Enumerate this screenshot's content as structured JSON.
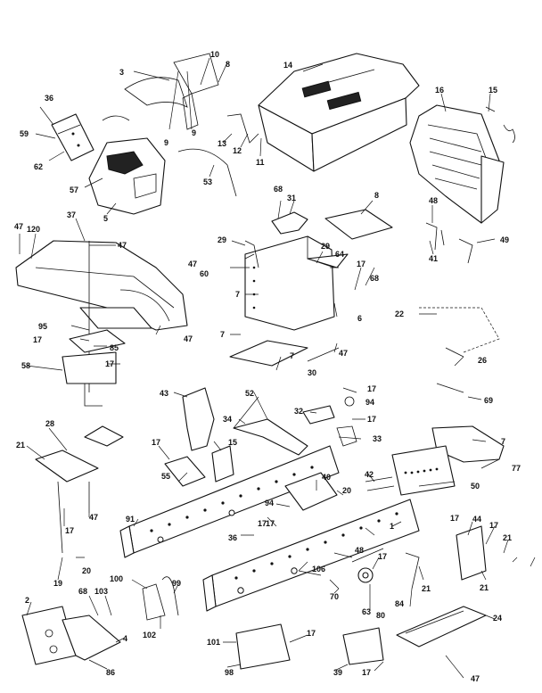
{
  "diagram": {
    "callouts": [
      {
        "id": "c-3",
        "text": "3"
      },
      {
        "id": "c-10",
        "text": "10"
      },
      {
        "id": "c-8a",
        "text": "8"
      },
      {
        "id": "c-9a",
        "text": "9"
      },
      {
        "id": "c-9b",
        "text": "9"
      },
      {
        "id": "c-14",
        "text": "14"
      },
      {
        "id": "c-16",
        "text": "16"
      },
      {
        "id": "c-15",
        "text": "15"
      },
      {
        "id": "c-36",
        "text": "36"
      },
      {
        "id": "c-59",
        "text": "59"
      },
      {
        "id": "c-62",
        "text": "62"
      },
      {
        "id": "c-57",
        "text": "57"
      },
      {
        "id": "c-5",
        "text": "5"
      },
      {
        "id": "c-53",
        "text": "53"
      },
      {
        "id": "c-13",
        "text": "13"
      },
      {
        "id": "c-12",
        "text": "12"
      },
      {
        "id": "c-11",
        "text": "11"
      },
      {
        "id": "c-68a",
        "text": "68"
      },
      {
        "id": "c-31",
        "text": "31"
      },
      {
        "id": "c-8b",
        "text": "8"
      },
      {
        "id": "c-48",
        "text": "48"
      },
      {
        "id": "c-41",
        "text": "41"
      },
      {
        "id": "c-49",
        "text": "49"
      },
      {
        "id": "c-47a",
        "text": "47"
      },
      {
        "id": "c-120",
        "text": "120"
      },
      {
        "id": "c-37",
        "text": "37"
      },
      {
        "id": "c-47b",
        "text": "47"
      },
      {
        "id": "c-29a",
        "text": "29"
      },
      {
        "id": "c-29b",
        "text": "29"
      },
      {
        "id": "c-64",
        "text": "64"
      },
      {
        "id": "c-17a",
        "text": "17"
      },
      {
        "id": "c-47c",
        "text": "47"
      },
      {
        "id": "c-60",
        "text": "60"
      },
      {
        "id": "c-68b",
        "text": "68"
      },
      {
        "id": "c-7a",
        "text": "7"
      },
      {
        "id": "c-6",
        "text": "6"
      },
      {
        "id": "c-22",
        "text": "22"
      },
      {
        "id": "c-95",
        "text": "95"
      },
      {
        "id": "c-47d",
        "text": "47"
      },
      {
        "id": "c-17b",
        "text": "17"
      },
      {
        "id": "c-85",
        "text": "85"
      },
      {
        "id": "c-7b",
        "text": "7"
      },
      {
        "id": "c-47e",
        "text": "47"
      },
      {
        "id": "c-58",
        "text": "58"
      },
      {
        "id": "c-17c",
        "text": "17"
      },
      {
        "id": "c-7c",
        "text": "7"
      },
      {
        "id": "c-30",
        "text": "30"
      },
      {
        "id": "c-26",
        "text": "26"
      },
      {
        "id": "c-17d",
        "text": "17"
      },
      {
        "id": "c-94a",
        "text": "94"
      },
      {
        "id": "c-69",
        "text": "69"
      },
      {
        "id": "c-43",
        "text": "43"
      },
      {
        "id": "c-52",
        "text": "52"
      },
      {
        "id": "c-32",
        "text": "32"
      },
      {
        "id": "c-17e",
        "text": "17"
      },
      {
        "id": "c-34",
        "text": "34"
      },
      {
        "id": "c-33",
        "text": "33"
      },
      {
        "id": "c-28",
        "text": "28"
      },
      {
        "id": "c-7d",
        "text": "7"
      },
      {
        "id": "c-21a",
        "text": "21"
      },
      {
        "id": "c-17f",
        "text": "17"
      },
      {
        "id": "c-15b",
        "text": "15"
      },
      {
        "id": "c-77",
        "text": "77"
      },
      {
        "id": "c-55",
        "text": "55"
      },
      {
        "id": "c-50",
        "text": "50"
      },
      {
        "id": "c-42",
        "text": "42"
      },
      {
        "id": "c-40",
        "text": "40"
      },
      {
        "id": "c-47f",
        "text": "47"
      },
      {
        "id": "c-20a",
        "text": "20"
      },
      {
        "id": "c-91",
        "text": "91"
      },
      {
        "id": "c-94b",
        "text": "94"
      },
      {
        "id": "c-17g",
        "text": "17"
      },
      {
        "id": "c-44",
        "text": "44"
      },
      {
        "id": "c-17h",
        "text": "17"
      },
      {
        "id": "c-17i",
        "text": "17"
      },
      {
        "id": "c-36b",
        "text": "36"
      },
      {
        "id": "c-17j",
        "text": "17"
      },
      {
        "id": "c-1",
        "text": "1"
      },
      {
        "id": "c-21b",
        "text": "21"
      },
      {
        "id": "c-17k",
        "text": "17"
      },
      {
        "id": "c-20b",
        "text": "20"
      },
      {
        "id": "c-48b",
        "text": "48"
      },
      {
        "id": "c-17l",
        "text": "17"
      },
      {
        "id": "c-19",
        "text": "19"
      },
      {
        "id": "c-100",
        "text": "100"
      },
      {
        "id": "c-99",
        "text": "99"
      },
      {
        "id": "c-106",
        "text": "106"
      },
      {
        "id": "c-21c",
        "text": "21"
      },
      {
        "id": "c-21d",
        "text": "21"
      },
      {
        "id": "c-2",
        "text": "2"
      },
      {
        "id": "c-68c",
        "text": "68"
      },
      {
        "id": "c-103",
        "text": "103"
      },
      {
        "id": "c-70",
        "text": "70"
      },
      {
        "id": "c-84",
        "text": "84"
      },
      {
        "id": "c-63",
        "text": "63"
      },
      {
        "id": "c-80",
        "text": "80"
      },
      {
        "id": "c-24",
        "text": "24"
      },
      {
        "id": "c-4",
        "text": "4"
      },
      {
        "id": "c-102",
        "text": "102"
      },
      {
        "id": "c-101",
        "text": "101"
      },
      {
        "id": "c-17m",
        "text": "17"
      },
      {
        "id": "c-86",
        "text": "86"
      },
      {
        "id": "c-98",
        "text": "98"
      },
      {
        "id": "c-39",
        "text": "39"
      },
      {
        "id": "c-17n",
        "text": "17"
      },
      {
        "id": "c-47g",
        "text": "47"
      }
    ]
  }
}
